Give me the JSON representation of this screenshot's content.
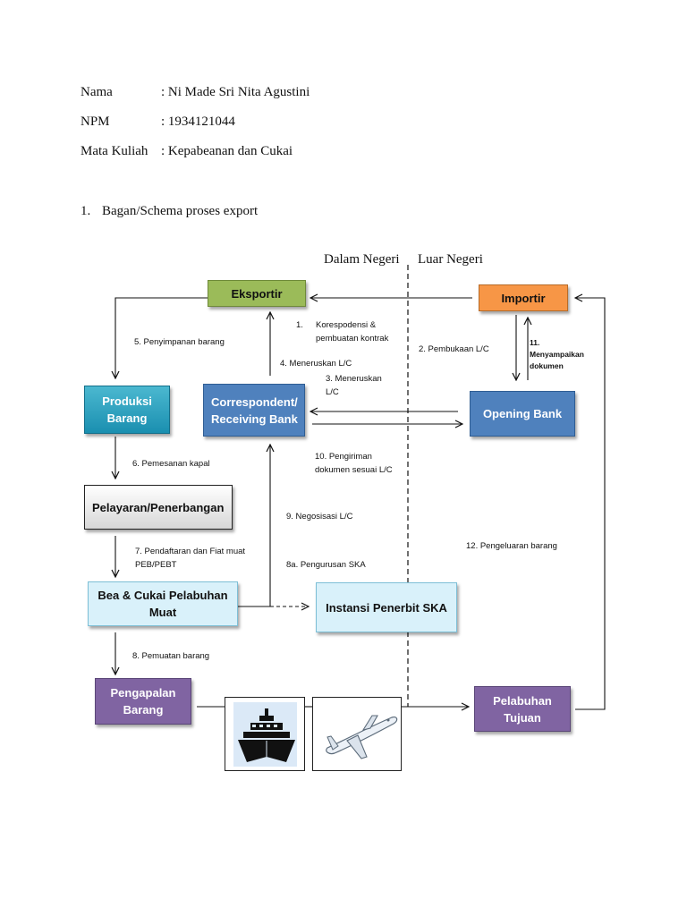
{
  "header": {
    "fields": [
      {
        "key": "Nama",
        "value": ": Ni Made Sri Nita Agustini"
      },
      {
        "key": "NPM",
        "value": ": 1934121044"
      },
      {
        "key": "Mata Kuliah",
        "value": ": Kepabeanan dan Cukai"
      }
    ]
  },
  "section": {
    "number": "1.",
    "title": "Bagan/Schema proses export"
  },
  "regions": {
    "domestic": "Dalam Negeri",
    "foreign": "Luar Negeri"
  },
  "nodes": {
    "eksportir": "Eksportir",
    "importir": "Importir",
    "produksi": [
      "Produksi",
      "Barang"
    ],
    "correspondent": [
      "Correspondent/",
      "Receiving Bank"
    ],
    "opening_bank": "Opening Bank",
    "pelayaran": "Pelayaran/Penerbangan",
    "bea_cukai": [
      "Bea & Cukai Pelabuhan",
      "Muat"
    ],
    "instansi_ska": "Instansi Penerbit SKA",
    "pengapalan": [
      "Pengapalan",
      "Barang"
    ],
    "pelabuhan_tujuan": [
      "Pelabuhan",
      "Tujuan"
    ]
  },
  "steps": {
    "s1_num": "1.",
    "s1": [
      "Korespodensi &",
      "pembuatan kontrak"
    ],
    "s2": "2. Pembukaan L/C",
    "s3": [
      "3. Meneruskan",
      "L/C"
    ],
    "s4": "4. Meneruskan L/C",
    "s5": "5. Penyimpanan barang",
    "s6": "6. Pemesanan kapal",
    "s7": [
      "7. Pendaftaran dan Fiat muat",
      "PEB/PEBT"
    ],
    "s8": "8. Pemuatan barang",
    "s8a": "8a. Pengurusan SKA",
    "s9": "9. Negosisasi L/C",
    "s10": [
      "10. Pengiriman",
      "dokumen sesuai L/C"
    ],
    "s11": [
      "11.",
      "Menyampaikan",
      "dokumen"
    ],
    "s12": "12. Pengeluaran barang"
  },
  "icons": [
    "ship-icon",
    "airplane-icon"
  ]
}
